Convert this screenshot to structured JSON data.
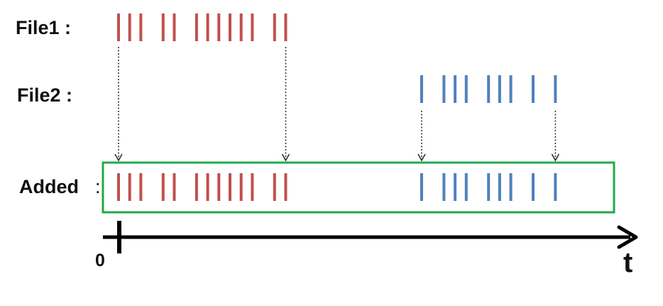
{
  "labels": {
    "file1": "File1 :",
    "file2": "File2 :",
    "added": "Added",
    "added_colon": ":",
    "origin": "0",
    "time": "t"
  },
  "colors": {
    "file1": "#c0504d",
    "file2": "#4f81bd",
    "added_box": "#1faa4a",
    "axis": "#000000",
    "arrow": "#333333"
  },
  "events": {
    "file1": [
      0,
      1,
      2,
      4,
      5,
      7,
      8,
      9,
      10,
      11,
      12,
      14,
      15
    ],
    "file2": [
      0,
      2,
      3,
      4,
      6,
      7,
      8,
      10,
      12
    ]
  },
  "icons": {
    "time_axis": "right-arrow-icon",
    "merge_arrow": "dotted-down-arrow-icon"
  }
}
